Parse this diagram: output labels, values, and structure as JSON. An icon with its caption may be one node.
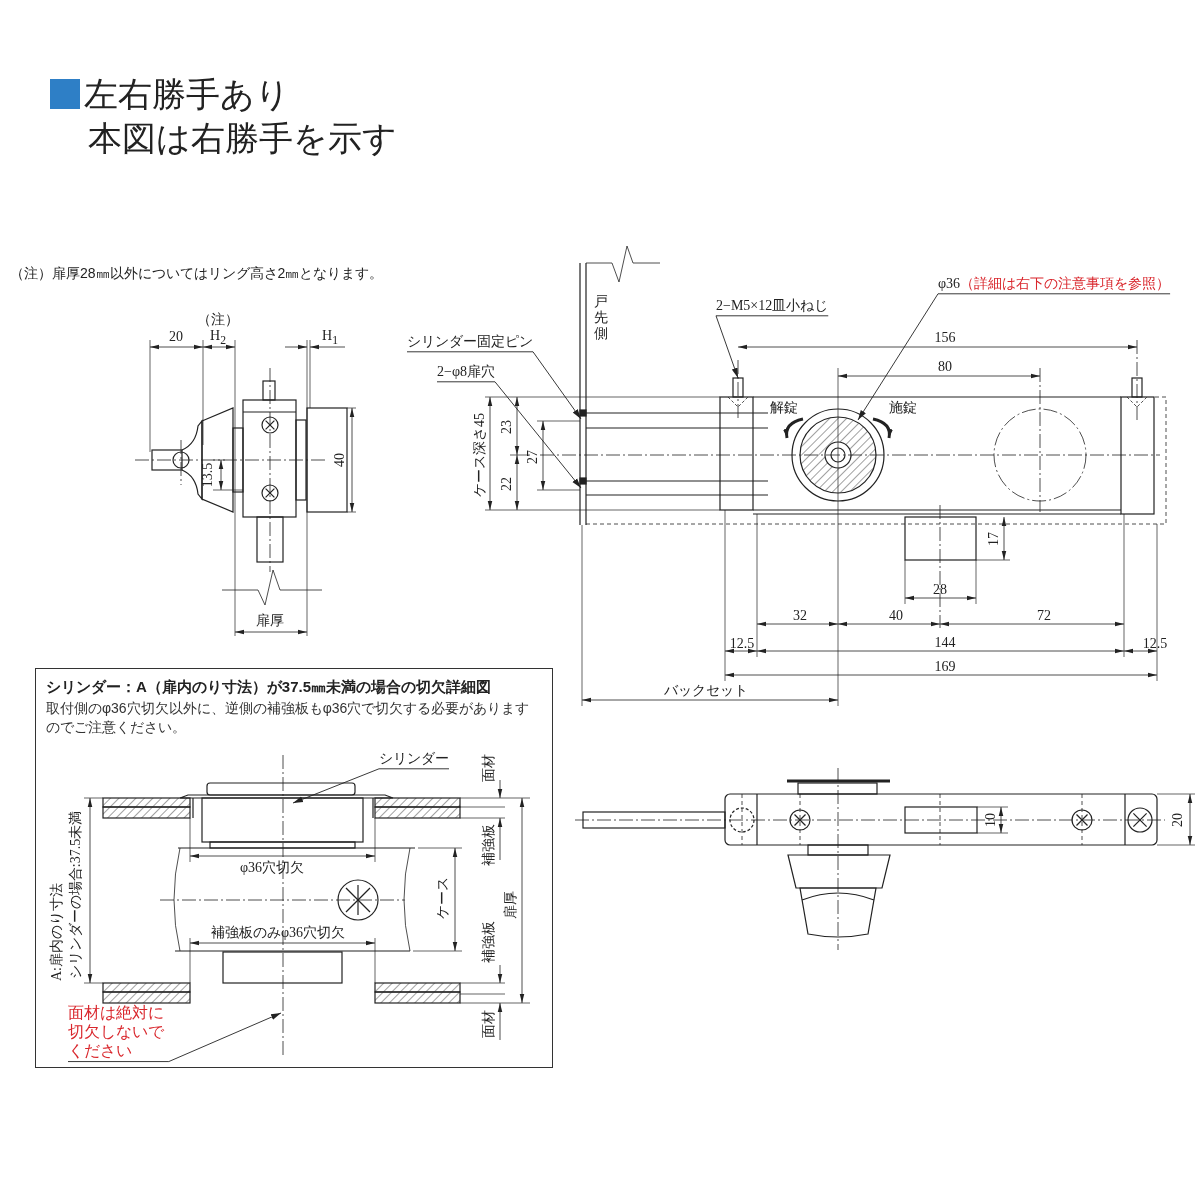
{
  "diagram": {
    "title": "左右勝手あり",
    "nodes": [
      {
        "text": [
          "シリンダー固定ピン"
        ]
      },
      {
        "text": [
          "2−φ8扉穴"
        ]
      },
      {
        "text": [
          "2−M5×12皿小ねじ"
        ]
      },
      {
        "text": [
          "φ36",
          "（詳細は右下の注意事項を参照）"
        ]
      },
      {
        "text": [
          "シリンダー：A（扉内のり寸法）が37.5㎜未満の場合の切欠詳細図",
          "取付側のφ36穴切欠以外に、逆側の補強板もφ36穴で切欠する必要がありますのでご注意ください。"
        ]
      },
      {
        "text": [
          "シリンダー"
        ],
        "in": 4
      },
      {
        "text": [
          "面材は絶対に切欠しないでください"
        ],
        "in": 4
      }
    ],
    "edges": [
      {
        "from": 0,
        "to": null,
        "arrow": "to"
      },
      {
        "from": 1,
        "to": null,
        "arrow": "to"
      },
      {
        "from": 2,
        "to": null,
        "arrow": "to"
      },
      {
        "from": 3,
        "to": null,
        "arrow": "to"
      },
      {
        "from": 5,
        "to": null,
        "arrow": "to"
      },
      {
        "from": 6,
        "to": null,
        "arrow": "to"
      }
    ],
    "labels": [
      "本図は右勝手を示す",
      "（注）扉厚28㎜以外についてはリング高さ2㎜となります。",
      "（注）",
      "20",
      "H$_{2}$",
      "H$_{1}$",
      "戸先側",
      "156",
      "80",
      "解錠",
      "施錠",
      "13.5",
      "40",
      "ケース深さ45",
      "23",
      "27",
      "22",
      "17",
      "28",
      "32",
      "40",
      "72",
      "12.5",
      "144",
      "12.5",
      "169",
      "扉厚",
      "バックセット",
      "面材",
      "φ36穴切欠",
      "補強板",
      "ケース",
      "扉厚",
      "A:扉内のり寸法",
      "シリンダーの場合:37.5未満",
      "補強板のみφ36穴切欠",
      "補強板",
      "面材",
      "10",
      "20"
    ]
  }
}
